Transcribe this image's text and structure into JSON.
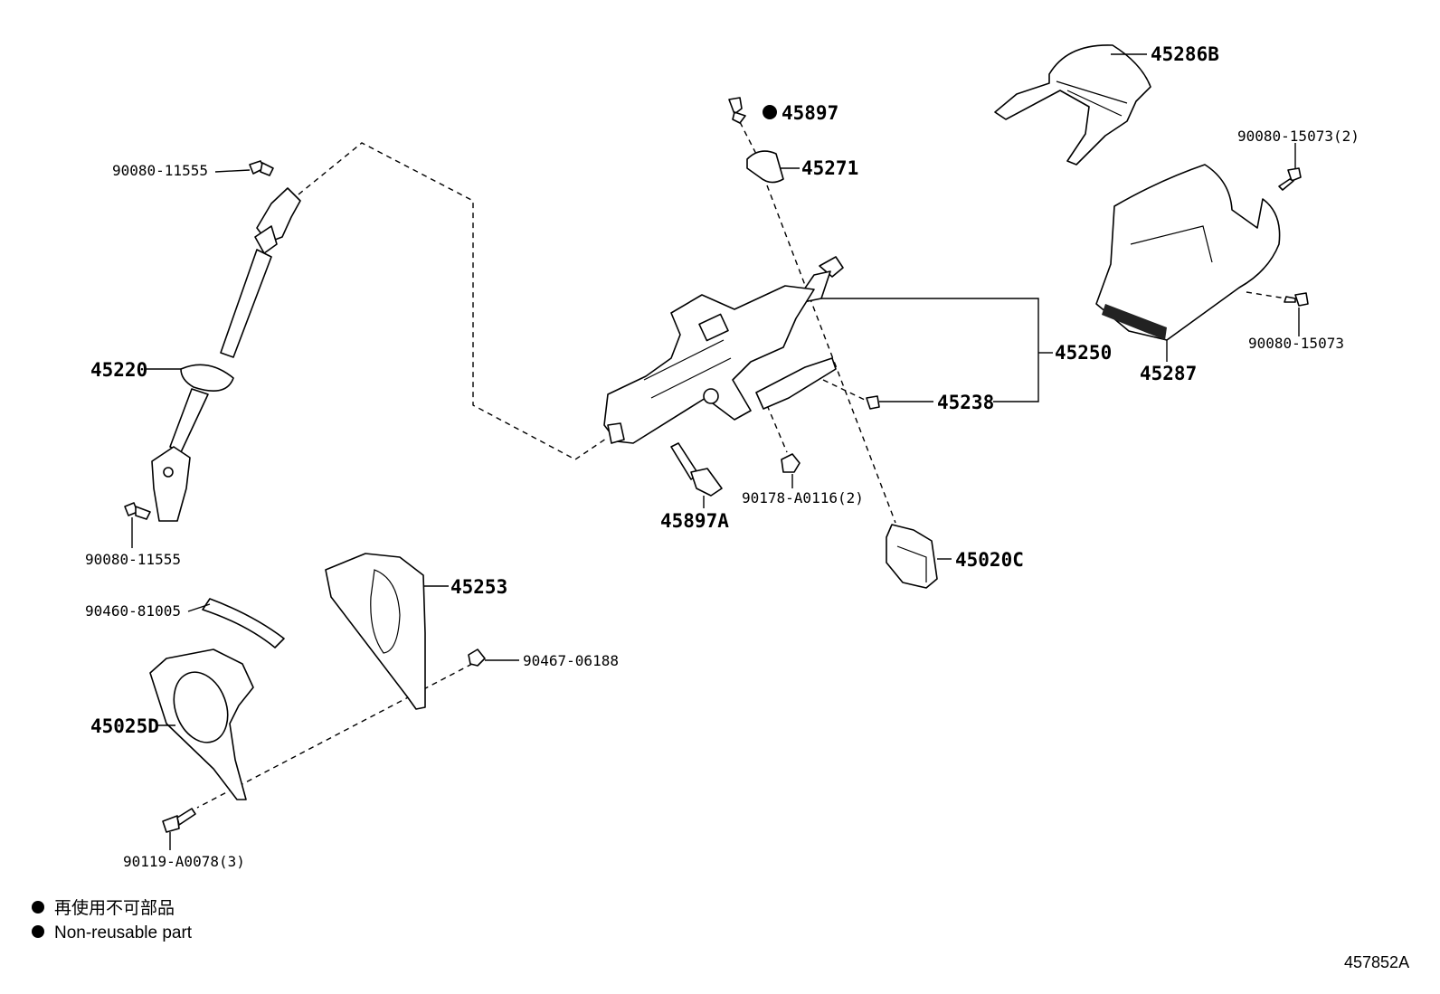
{
  "part_numbers": {
    "p45286B": "45286B",
    "p45897": "45897",
    "p45271": "45271",
    "p90080_15073_2": "90080-15073(2)",
    "p90080_11555_top": "90080-11555",
    "p45250": "45250",
    "p45287": "45287",
    "p90080_15073": "90080-15073",
    "p45220": "45220",
    "p45238": "45238",
    "p90178_A0116_2": "90178-A0116(2)",
    "p45897A": "45897A",
    "p90080_11555_bottom": "90080-11555",
    "p45020C": "45020C",
    "p45253": "45253",
    "p90460_81005": "90460-81005",
    "p90467_06188": "90467-06188",
    "p45025D": "45025D",
    "p90119_A0078_3": "90119-A0078(3)"
  },
  "legend": {
    "japanese": "再使用不可部品",
    "english": "Non-reusable part"
  },
  "figure_id": "457852A"
}
